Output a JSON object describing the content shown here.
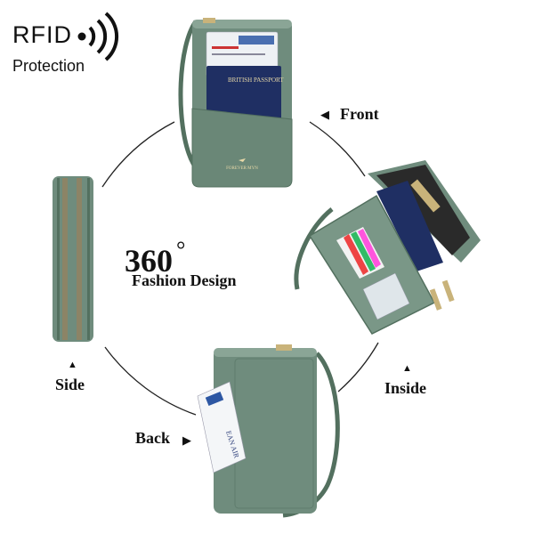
{
  "rfid": {
    "word": "RFID",
    "subtitle": "Protection"
  },
  "center": {
    "degrees": "360",
    "degree_symbol": "°",
    "subtitle": "Fashion Design"
  },
  "labels": {
    "front": "Front",
    "side": "Side",
    "inside": "Inside",
    "back": "Back"
  },
  "product": {
    "passport_text": "BRITISH PASSPORT",
    "brand_text": "FOREVER MYN",
    "card_text": "EAN AIR"
  },
  "colors": {
    "wallet": "#6f8c7d",
    "wallet_dark": "#53705f",
    "wallet_light": "#8aa596",
    "passport": "#1f2f63",
    "zipper": "#c9b37a",
    "circle": "#222222"
  },
  "icons": {
    "rfid": "rfid-waves-icon",
    "arrow_front": "arrow-left-icon",
    "arrow_side": "arrow-up-icon",
    "arrow_inside": "arrow-up-icon",
    "arrow_back": "arrow-right-icon"
  }
}
